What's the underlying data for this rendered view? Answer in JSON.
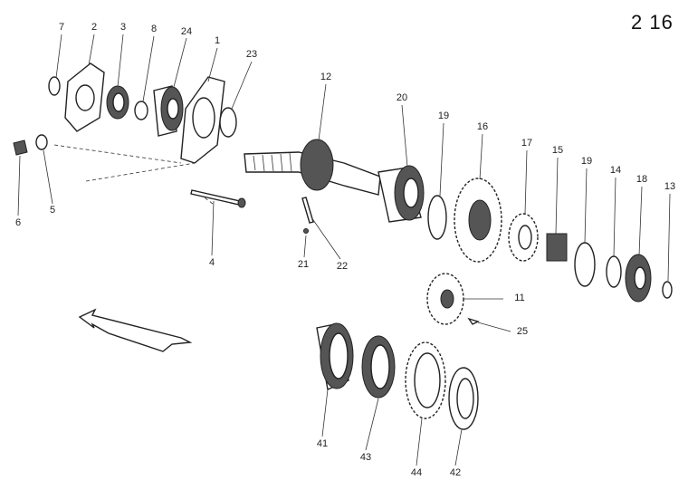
{
  "page_number": "2 16",
  "part_labels": [
    "7",
    "2",
    "3",
    "8",
    "24",
    "1",
    "23",
    "12",
    "20",
    "19",
    "16",
    "17",
    "15",
    "19",
    "14",
    "18",
    "13",
    "6",
    "5",
    "4",
    "21",
    "22",
    "11",
    "25",
    "41",
    "43",
    "44",
    "42"
  ]
}
